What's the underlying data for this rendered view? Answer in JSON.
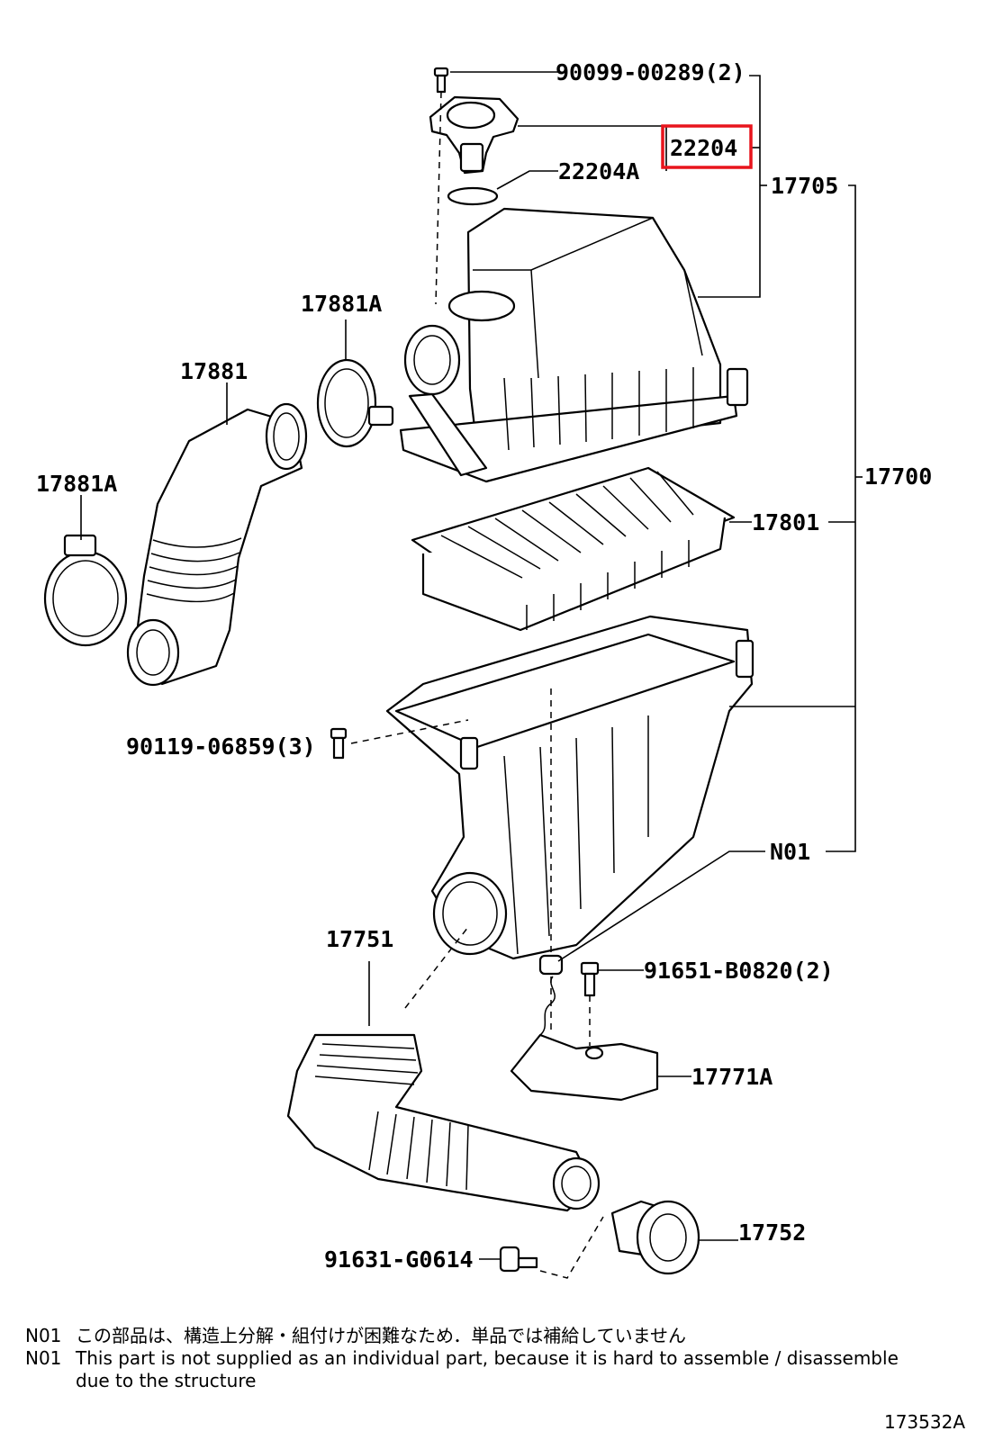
{
  "highlight_color": "#e8141c",
  "callouts": {
    "bolt_top": "90099-00289(2)",
    "sensor": "22204",
    "gasket": "22204A",
    "cap_assy": "17705",
    "clamp_upper": "17881A",
    "hose_upper": "17881",
    "clamp_left": "17881A",
    "air_cleaner_assy": "17700",
    "element": "17801",
    "bolt_side": "90119-06859(3)",
    "case": "N01",
    "intake_duct": "17751",
    "bolt_bracket": "91651-B0820(2)",
    "bracket": "17771A",
    "resonator_clip": "17752",
    "bolt_bottom": "91631-G0614"
  },
  "notes": {
    "ja_code": "N01",
    "ja_text": "この部品は、構造上分解・組付けが困難なため．単品では補給していません",
    "en_code": "N01",
    "en_text": "This part is not supplied as an individual part, because it is hard to assemble / disassemble",
    "en_text2": "due to the structure"
  },
  "diagram_id": "173532A"
}
